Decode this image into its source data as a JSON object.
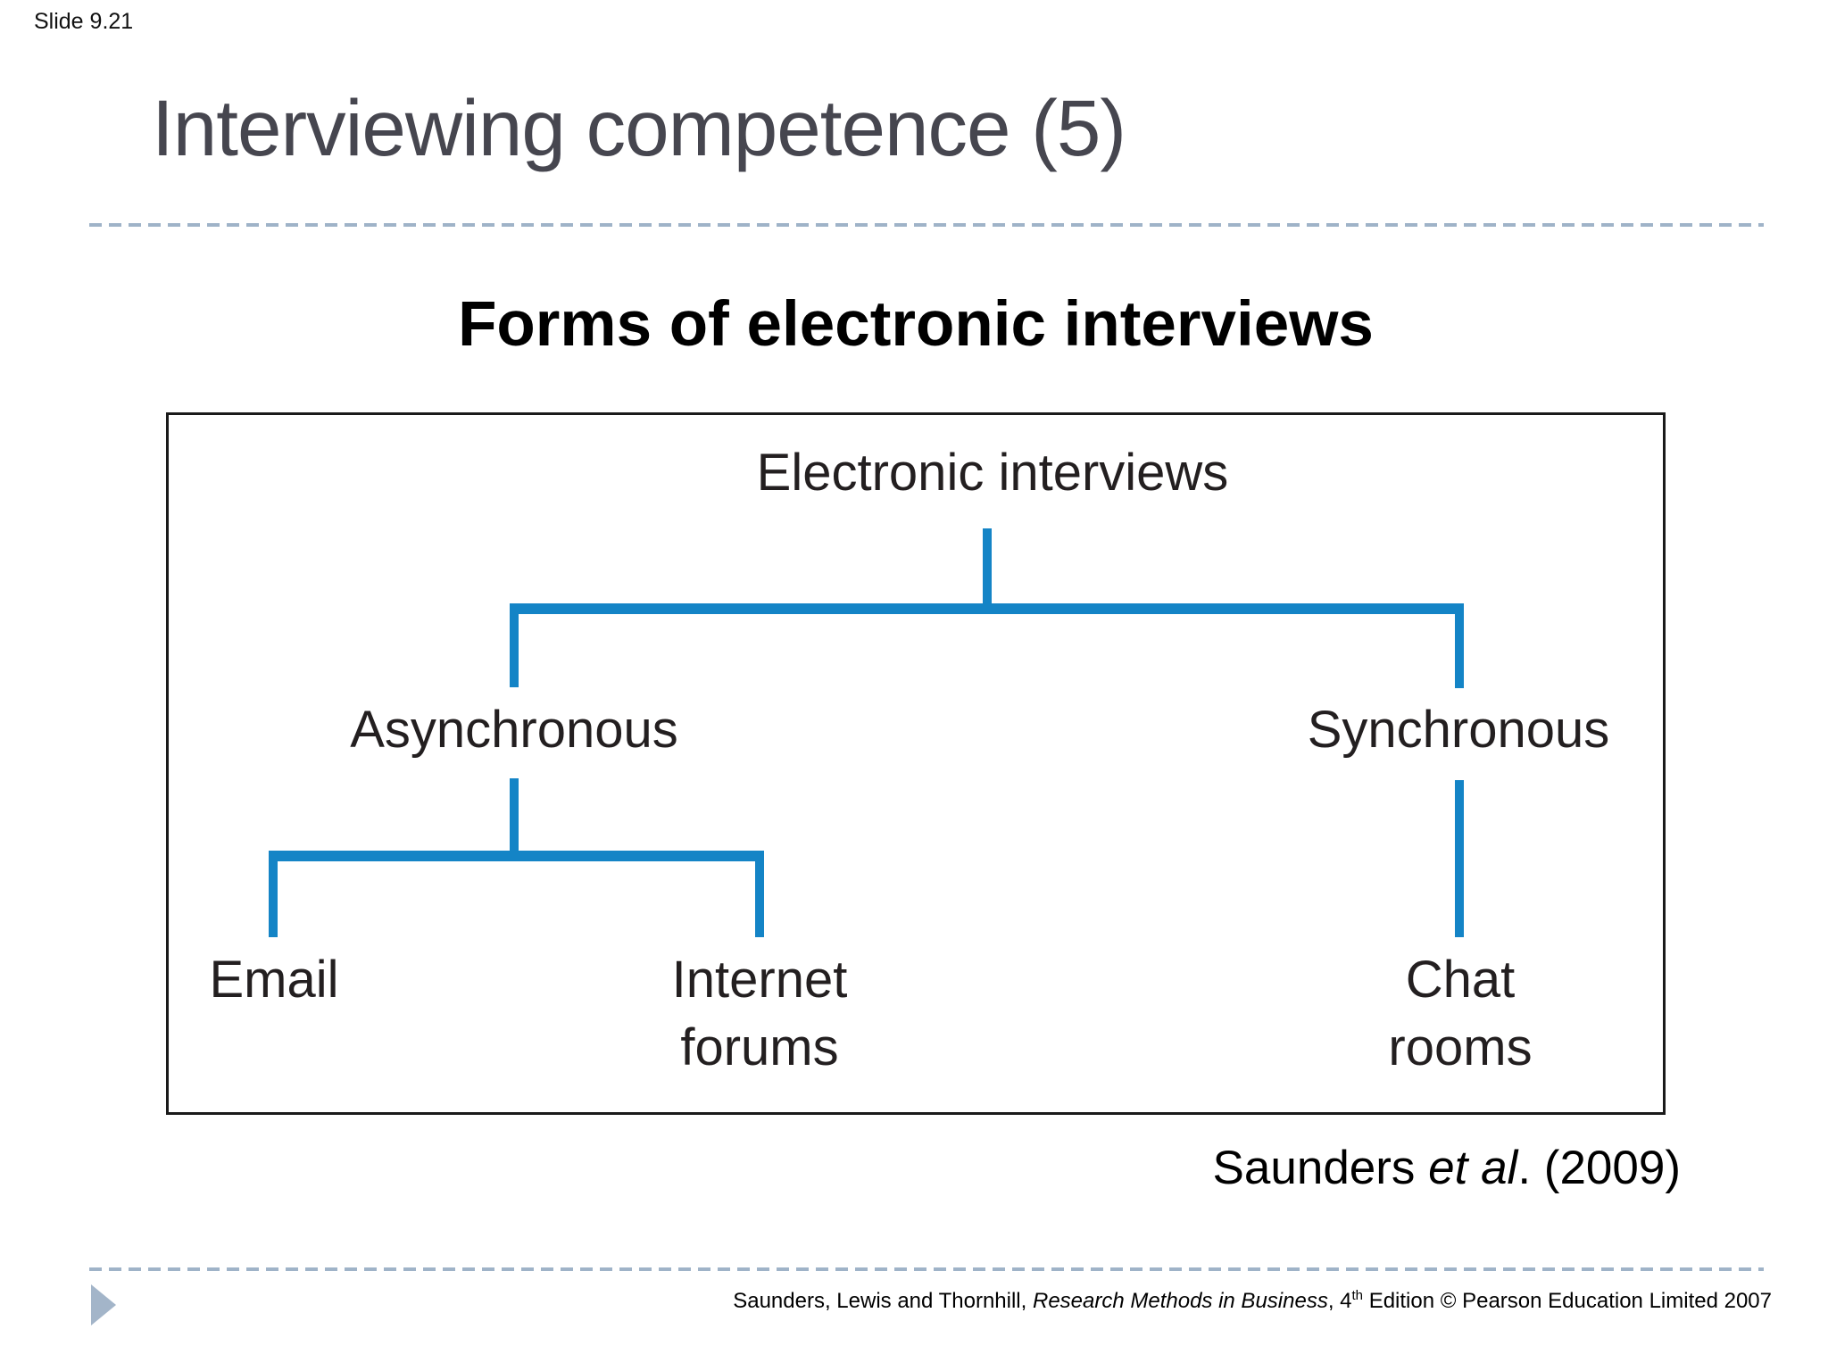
{
  "slide": {
    "slide_number": "Slide 9.21",
    "title": "Interviewing competence (5)"
  },
  "figure": {
    "heading": "Forms of electronic interviews",
    "tree": {
      "root": "Electronic interviews",
      "branch_left": "Asynchronous",
      "branch_right": "Synchronous",
      "leaf_email": "Email",
      "leaf_forums": "Internet\nforums",
      "leaf_chat": "Chat\nrooms"
    }
  },
  "citation": {
    "prefix": "Saunders ",
    "italic": "et al",
    "suffix": ". (2009)"
  },
  "footer": {
    "credit_prefix": "Saunders, Lewis and Thornhill, ",
    "credit_book_italic": "Research Methods in Business",
    "credit_mid": ", 4",
    "credit_superscript": "th",
    "credit_suffix": " Edition © Pearson Education Limited 2007"
  },
  "colors": {
    "line_blue": "#1484c6",
    "dash_color": "#9fb3c8",
    "title_gray": "#46464f",
    "ink": "#231f20",
    "arrow_blue": "#a3b5c9"
  }
}
